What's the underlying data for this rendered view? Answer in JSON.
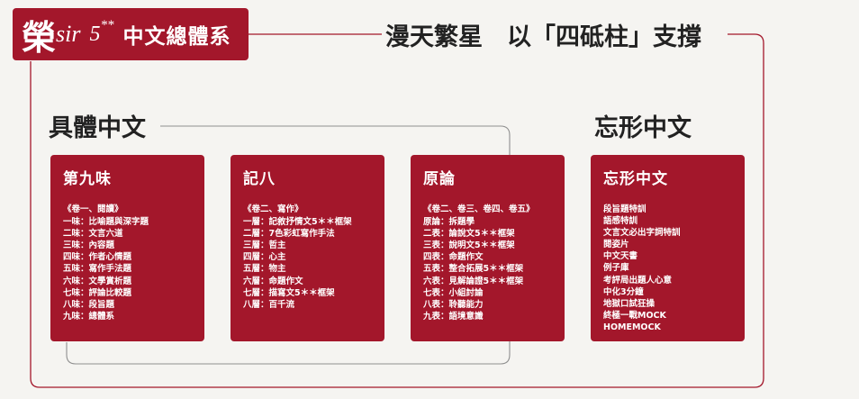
{
  "logo": {
    "mark": "榮",
    "sir": "sir",
    "five": "5",
    "stars": "**",
    "system": "中文總體系"
  },
  "tagline": "漫天繁星　以「四砥柱」支撐",
  "sections": {
    "left": "具體中文",
    "right": "忘形中文"
  },
  "cards": [
    {
      "title": "第九味",
      "items": [
        "《卷一、閱讀》",
        "一味：比喻題與深字題",
        "二味：文言六道",
        "三味：內容題",
        "四味：作者心情題",
        "五味：寫作手法題",
        "六味：文學賞析題",
        "七味：評論比較題",
        "八味：段旨題",
        "九味：總體系"
      ]
    },
    {
      "title": "記八",
      "items": [
        "《卷二、寫作》",
        "一層：記敘抒情文5＊＊框架",
        "二層：7色彩虹寫作手法",
        "三層：哲主",
        "四層：心主",
        "五層：物主",
        "六層：命題作文",
        "七層：描寫文5＊＊框架",
        "八層：百千流"
      ]
    },
    {
      "title": "原論",
      "items": [
        "《卷二、卷三、卷四、卷五》",
        "原論：拆題學",
        "二表：論說文5＊＊框架",
        "三表：說明文5＊＊框架",
        "四表：命題作文",
        "五表：整合拓展5＊＊框架",
        "六表：見解論證5＊＊框架",
        "七表：小組討論",
        "八表：聆聽能力",
        "九表：語境意識"
      ]
    },
    {
      "title": "忘形中文",
      "items": [
        "段旨題特訓",
        "語感特訓",
        "文言文必出字詞特訓",
        "閱姿片",
        "中文天書",
        "例子庫",
        "考評局出題人心意",
        "中化3分鐘",
        "地獄口試狂操",
        "終極一戰MOCK",
        "HOMEMOCK"
      ]
    }
  ],
  "colors": {
    "brand_red": "#a3172b",
    "background": "#f5f4f1",
    "text_dark": "#222222"
  }
}
